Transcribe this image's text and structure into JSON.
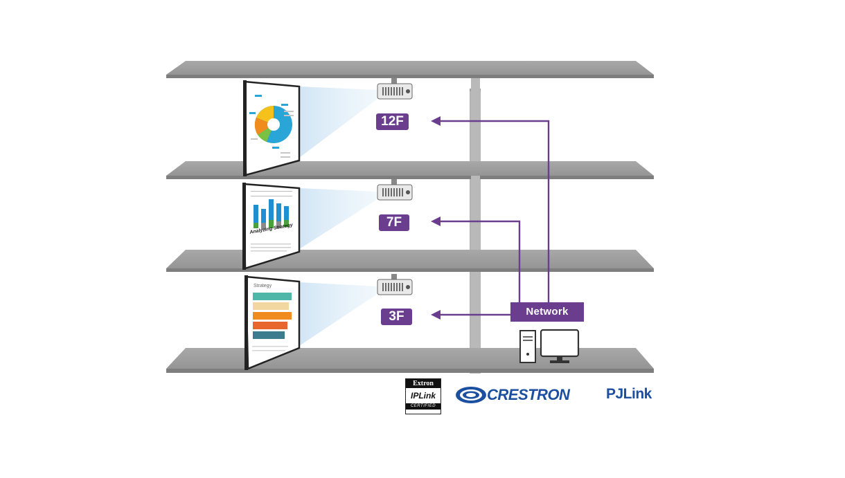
{
  "floors": [
    {
      "label": "12F",
      "slide": "pie"
    },
    {
      "label": "7F",
      "slide": "bars"
    },
    {
      "label": "3F",
      "slide": "strategy"
    }
  ],
  "network": {
    "label": "Network"
  },
  "slides": {
    "bars_title": "Analyzing Strategy",
    "strategy_title": "Strategy"
  },
  "logos": {
    "extron_brand": "Extron",
    "extron_mark": "IPLink",
    "extron_cert": "CERTIFIED",
    "crestron": "CRESTRON",
    "pjlink": "PJLink"
  },
  "colors": {
    "accent": "#6a3d8f",
    "shelf": "#9a9a9a",
    "wall": "#b9b9b9",
    "brand_blue": "#1c4fa0"
  }
}
